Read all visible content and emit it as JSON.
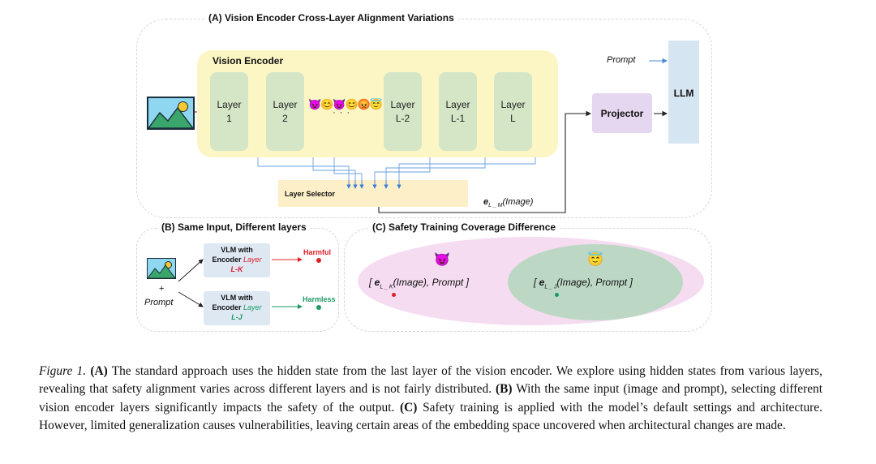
{
  "panel_a": {
    "title": "(A) Vision Encoder Cross-Layer Alignment Variations",
    "encoder_title": "Vision Encoder",
    "layers": [
      {
        "line1": "Layer",
        "line2": "1"
      },
      {
        "line1": "Layer",
        "line2": "2"
      },
      {
        "line1": "Layer",
        "line2": "L-2"
      },
      {
        "line1": "Layer",
        "line2": "L-1"
      },
      {
        "line1": "Layer",
        "line2": "L"
      }
    ],
    "emojis": "😈😊😈😊😡😇",
    "layer_selector": "Layer Selector",
    "projector": "Projector",
    "llm": "LLM",
    "prompt": "Prompt",
    "embedding_label": "e_{L_M}(Image)"
  },
  "panel_b": {
    "title": "(B) Same Input, Different layers",
    "plus": "+",
    "prompt": "Prompt",
    "vlm_top": {
      "line1": "VLM with",
      "line2a": "Encoder ",
      "line2b": "Layer",
      "line3": "L-K"
    },
    "vlm_bottom": {
      "line1": "VLM with",
      "line2a": "Encoder ",
      "line2b": "Layer",
      "line3": "L-J"
    },
    "harmful": "Harmful",
    "harmless": "Harmless",
    "colors": {
      "harmful": "#e0202a",
      "harmless": "#1d9a63"
    }
  },
  "panel_c": {
    "title": "(C) Safety Training Coverage Difference",
    "outer_label": "[ e_{L_K}(Image), Prompt ]",
    "inner_label": "[ e_{L_J}(Image), Prompt ]",
    "outer_emoji": "😈",
    "inner_emoji": "😇",
    "colors": {
      "outer": "#f5dcf1",
      "inner": "#bcd8c4"
    }
  },
  "caption": {
    "fig_label": "Figure 1.",
    "a_label": "(A)",
    "a_text": " The standard approach uses the hidden state from the last layer of the vision encoder. We explore using hidden states from various layers, revealing that safety alignment varies across different layers and is not fairly distributed. ",
    "b_label": "(B)",
    "b_text": " With the same input (image and prompt), selecting different vision encoder layers significantly impacts the safety of the output. ",
    "c_label": "(C)",
    "c_text": " Safety training is applied with the model’s default settings and architecture. However, limited generalization causes vulnerabilities, leaving certain areas of the embedding space uncovered when architectural changes are made."
  }
}
